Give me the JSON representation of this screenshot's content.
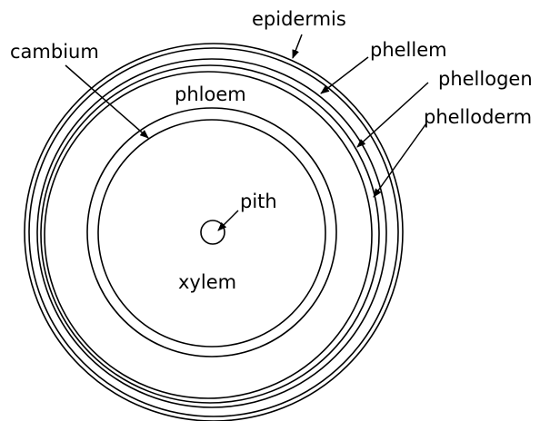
{
  "labels": {
    "epidermis": "epidermis",
    "cambium": "cambium",
    "phellem": "phellem",
    "phellogen": "phellogen",
    "phelloderm": "phelloderm",
    "phloem": "phloem",
    "pith": "pith",
    "xylem": "xylem"
  },
  "colors": {
    "line": "#000000",
    "background": "#ffffff"
  }
}
